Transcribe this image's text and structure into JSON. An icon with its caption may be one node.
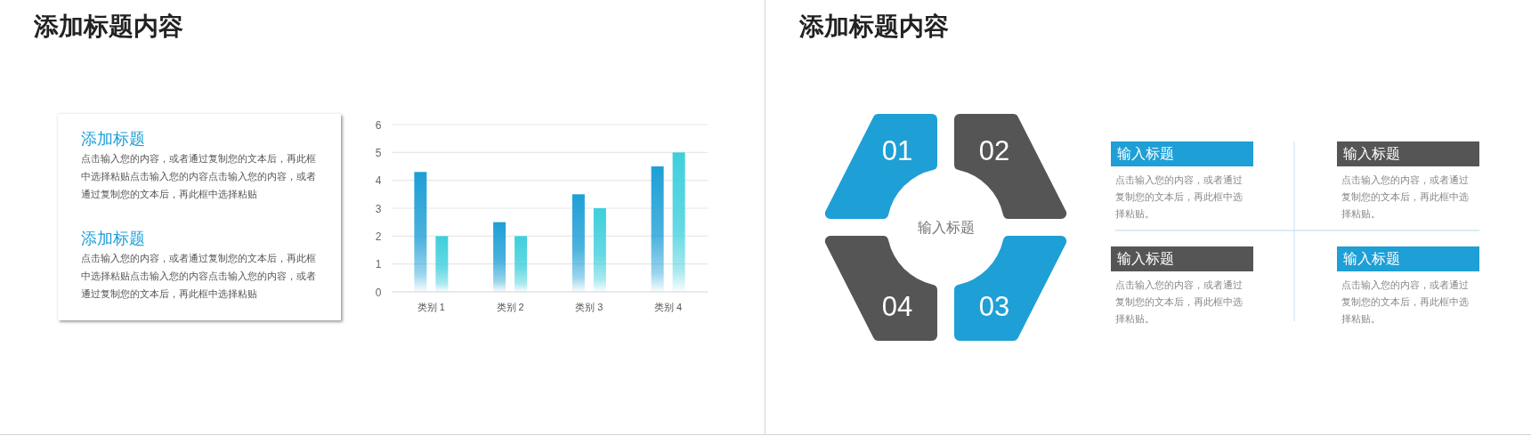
{
  "diagram": {
    "nodes": [
      {
        "text": [
          "添加标题内容"
        ]
      },
      {
        "text": [
          "添加标题",
          "点击输入您的内容，或者通过复制您的文本后，再此框中选择粘贴点击输入您的内容点击输入您的内容，或者通过复制您的文本后，再此框中选择粘贴",
          "添加标题",
          "点击输入您的内容，或者通过复制您的文本后，再此框中选择粘贴点击输入您的内容点击输入您的内容，或者通过复制您的文本后，再此框中选择粘贴"
        ],
        "in": 0
      },
      {
        "text": [
          "添加标题内容"
        ]
      },
      {
        "text": [
          "01"
        ],
        "in": 2
      },
      {
        "text": [
          "02"
        ],
        "in": 2
      },
      {
        "text": [
          "输入标题"
        ],
        "in": 2
      },
      {
        "text": [
          "04"
        ],
        "in": 2
      },
      {
        "text": [
          "03"
        ],
        "in": 2
      },
      {
        "text": [
          "输入标题"
        ],
        "beside": [
          "点击输入您的内容，或者通过复制您的文本后，再此框中选择粘贴。"
        ],
        "in": 2
      },
      {
        "text": [
          "输入标题"
        ],
        "beside": [
          "点击输入您的内容，或者通过复制您的文本后，再此框中选择粘贴。"
        ],
        "in": 2
      },
      {
        "text": [
          "输入标题"
        ],
        "beside": [
          "点击输入您的内容，或者通过复制您的文本后，再此框中选择粘贴。"
        ],
        "in": 2
      },
      {
        "text": [
          "输入标题"
        ],
        "beside": [
          "点击输入您的内容，或者通过复制您的文本后，再此框中选择粘贴。"
        ],
        "in": 2
      }
    ],
    "chart_data": {
      "type": "bar",
      "categories": [
        "类别 1",
        "类别 2",
        "类别 3",
        "类别 4"
      ],
      "series": [
        {
          "color": "#1e9fd6",
          "values": [
            4.3,
            2.5,
            3.5,
            4.5
          ]
        },
        {
          "color": "#3ecfdc",
          "values": [
            2,
            2,
            3,
            5
          ]
        }
      ],
      "ylim": [
        0,
        6
      ],
      "yticks": [
        0,
        1,
        2,
        3,
        4,
        5,
        6
      ],
      "grid": true
    }
  }
}
